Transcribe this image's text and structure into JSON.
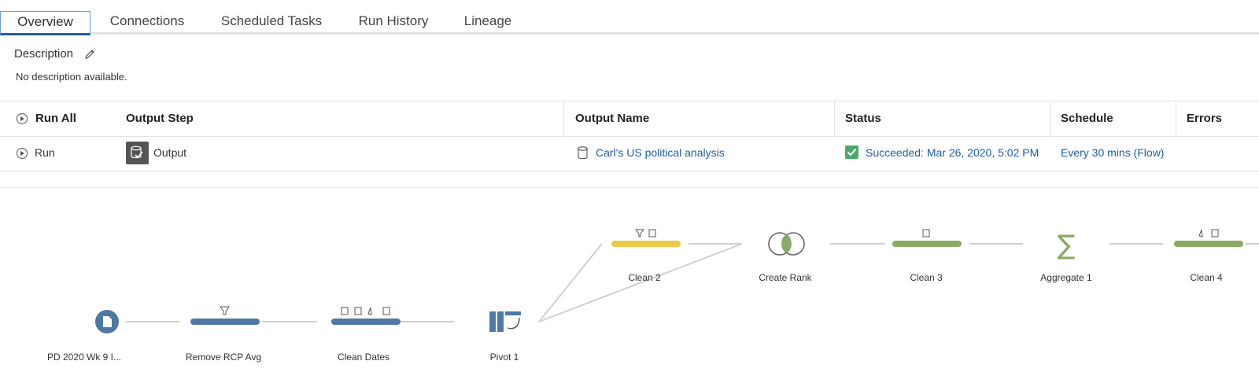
{
  "tabs": [
    "Overview",
    "Connections",
    "Scheduled Tasks",
    "Run History",
    "Lineage"
  ],
  "description": {
    "title": "Description",
    "text": "No description available."
  },
  "table": {
    "headers": {
      "run_all": "Run All",
      "output_step": "Output Step",
      "output_name": "Output Name",
      "status": "Status",
      "schedule": "Schedule",
      "errors": "Errors"
    },
    "row": {
      "run": "Run",
      "output_step": "Output",
      "output_name": "Carl's US political analysis",
      "status": "Succeeded: Mar 26, 2020, 5:02 PM",
      "schedule": "Every 30 mins (Flow)"
    }
  },
  "flow": {
    "nodes": [
      {
        "label": "PD 2020 Wk 9 I..."
      },
      {
        "label": "Remove RCP Avg"
      },
      {
        "label": "Clean Dates"
      },
      {
        "label": "Pivot 1"
      },
      {
        "label": "Clean 2"
      },
      {
        "label": "Create Rank"
      },
      {
        "label": "Clean 3"
      },
      {
        "label": "Aggregate 1"
      },
      {
        "label": "Clean 4"
      }
    ]
  },
  "colors": {
    "blue_step": "#4e79a7",
    "yellow_step": "#edc948",
    "green_step": "#8caa64",
    "link": "#1f5fa3",
    "success": "#4ea86c"
  }
}
